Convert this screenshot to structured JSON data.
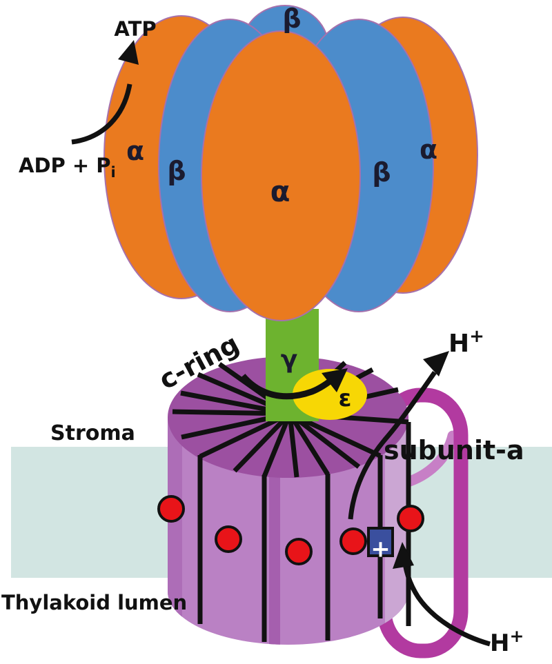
{
  "labels": {
    "atp": "ATP",
    "adp_base": "ADP + P",
    "adp_sub": "i",
    "beta_top": "β",
    "alpha_left": "α",
    "beta_left": "β",
    "alpha_center": "α",
    "beta_right": "β",
    "alpha_right": "α",
    "gamma": "γ",
    "epsilon": "ε",
    "c_ring": "c-ring",
    "subunit_a": "subunit-a",
    "stroma": "Stroma",
    "thylakoid_lumen": "Thylakoid lumen",
    "h_plus_top_base": "H",
    "h_plus_top_sup": "+",
    "h_plus_bottom_base": "H",
    "h_plus_bottom_sup": "+",
    "proton_plus": "+"
  },
  "colors": {
    "orange": "#EA7A1F",
    "blue": "#4C8CCB",
    "lobe_outline": "#A671AD",
    "green": "#6DB32F",
    "yellow": "#F7D705",
    "top_purple": "#9C50A1",
    "body_purple": "#BA81C4",
    "body_left_shade": "#AD6DB7",
    "body_dark_stripe": "#A55FAE",
    "body_right_light": "#CBA6D3",
    "magenta": "#B23AA0",
    "magenta_light": "#C77FC6",
    "membrane": "#D2E5E2",
    "proton_red": "#E81419",
    "charge_navy": "#3A4F9E",
    "black": "#111111",
    "greek_dark": "#1B1B2F",
    "white": "#FFFFFF"
  }
}
